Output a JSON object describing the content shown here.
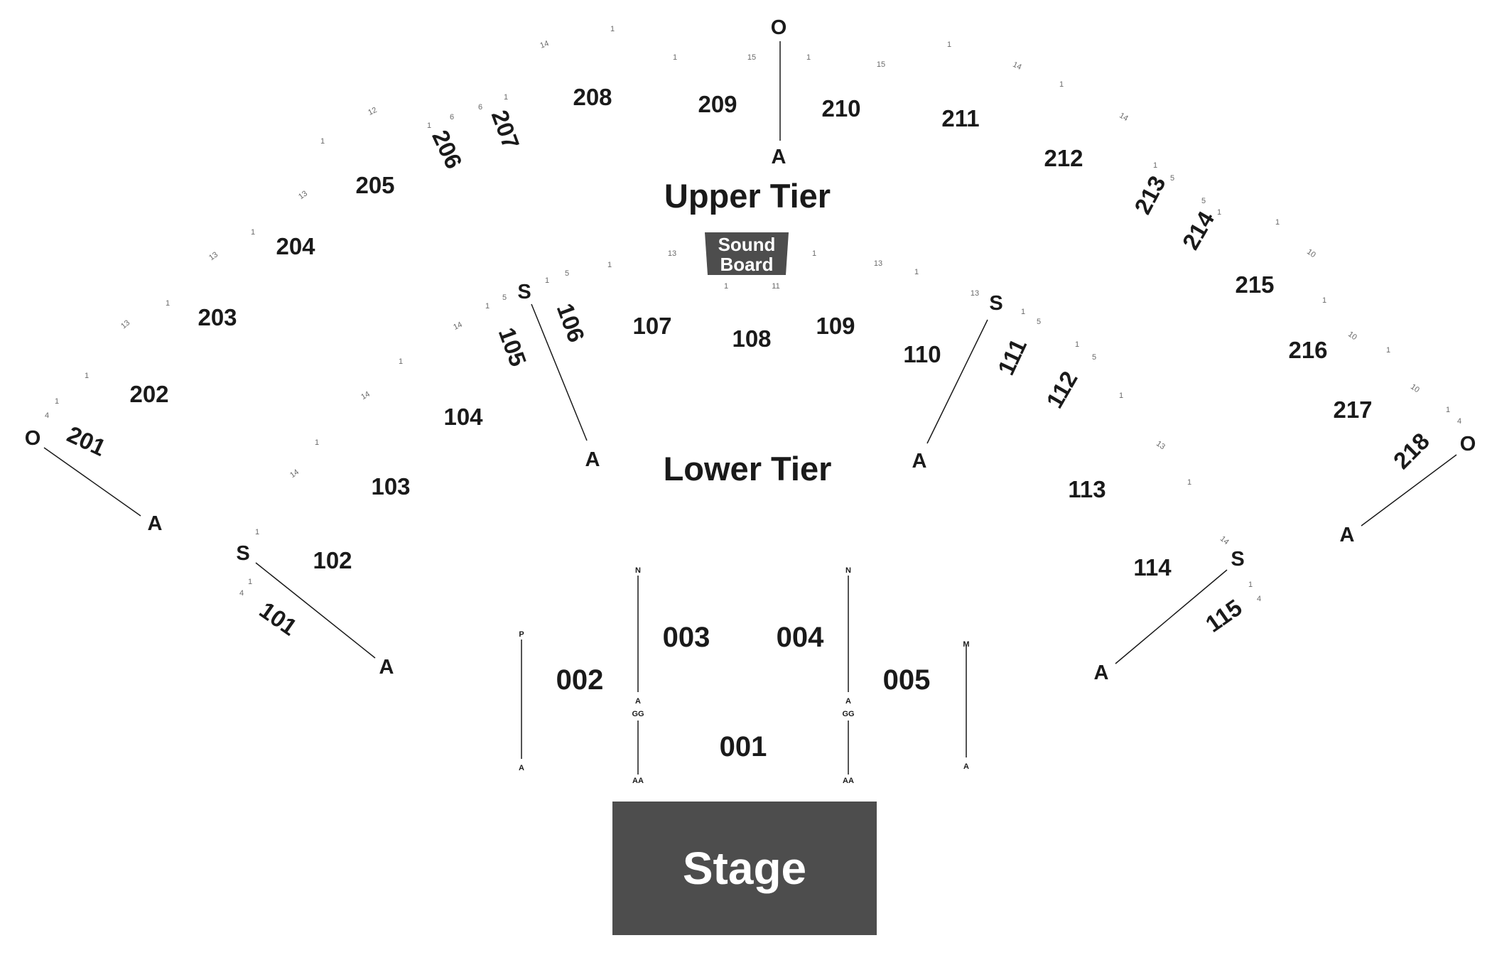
{
  "stage": {
    "label": "Stage",
    "color": "#4d4d4d"
  },
  "sound_board": {
    "line1": "Sound",
    "line2": "Board",
    "color": "#4d4d4d"
  },
  "tiers": {
    "upper": "Upper Tier",
    "lower": "Lower Tier"
  },
  "sections": {
    "floor": [
      "001",
      "002",
      "003",
      "004",
      "005"
    ],
    "lower": [
      "101",
      "102",
      "103",
      "104",
      "105",
      "106",
      "107",
      "108",
      "109",
      "110",
      "111",
      "112",
      "113",
      "114",
      "115"
    ],
    "upper": [
      "201",
      "202",
      "203",
      "204",
      "205",
      "206",
      "207",
      "208",
      "209",
      "210",
      "211",
      "212",
      "213",
      "214",
      "215",
      "216",
      "217",
      "218"
    ]
  },
  "row_markers": {
    "o": "O",
    "a": "A",
    "s": "S",
    "n": "N",
    "gg": "GG",
    "aa": "AA",
    "p": "P",
    "m": "M"
  },
  "seat_numbers": [
    "14",
    "1",
    "1",
    "15",
    "1",
    "15",
    "1",
    "14",
    "1",
    "14",
    "12",
    "1",
    "6",
    "6",
    "1",
    "1",
    "13",
    "1",
    "13",
    "1",
    "13",
    "4",
    "1",
    "1",
    "1",
    "5",
    "1",
    "13",
    "1",
    "11",
    "1",
    "13",
    "1",
    "13",
    "1",
    "5",
    "14",
    "1",
    "5",
    "1",
    "14",
    "1",
    "14",
    "1",
    "4",
    "1",
    "1",
    "5",
    "1",
    "13",
    "1",
    "14",
    "1",
    "4",
    "1",
    "5",
    "5",
    "1",
    "1",
    "10",
    "1",
    "10",
    "1",
    "10",
    "1",
    "4"
  ]
}
